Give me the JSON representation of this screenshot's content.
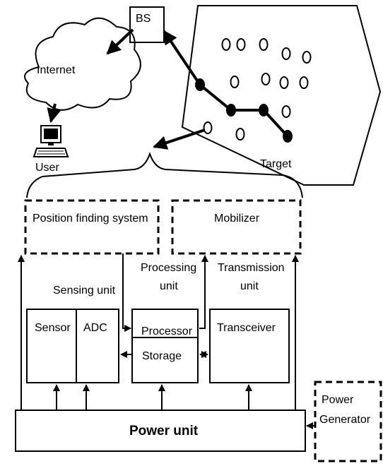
{
  "labels": {
    "bs": "BS",
    "internet": "Internet",
    "user": "User",
    "target": "Target",
    "position_finding_system": "Position finding system",
    "mobilizer": "Mobilizer",
    "sensing_unit": "Sensing unit",
    "processing_unit_line1": "Processing",
    "processing_unit_line2": "unit",
    "transmission_unit_line1": "Transmission",
    "transmission_unit_line2": "unit",
    "sensor": "Sensor",
    "adc": "ADC",
    "processor": "Processor",
    "storage": "Storage",
    "transceiver": "Transceiver",
    "power_unit": "Power unit",
    "power_generator_line1": "Power",
    "power_generator_line2": "Generator"
  }
}
